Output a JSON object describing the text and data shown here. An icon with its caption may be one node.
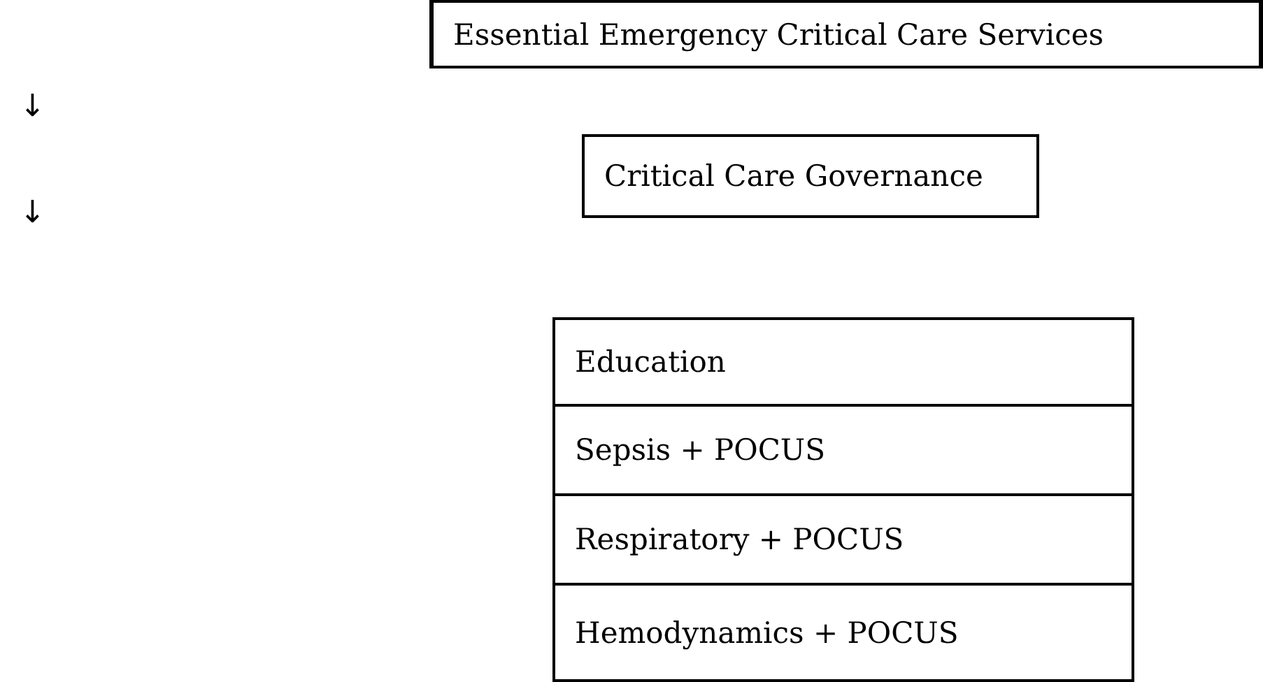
{
  "diagram": {
    "nodes": [
      {
        "text": [
          "Essential Emergency Critical Care Services"
        ]
      },
      {
        "text": [
          "Critical Care Governance"
        ]
      },
      {
        "text": [
          "Education"
        ]
      },
      {
        "text": [
          "Sepsis + POCUS"
        ]
      },
      {
        "text": [
          "Respiratory + POCUS"
        ]
      },
      {
        "text": [
          "Hemodynamics + POCUS"
        ]
      }
    ],
    "labels": [
      "↓",
      "↓"
    ]
  }
}
